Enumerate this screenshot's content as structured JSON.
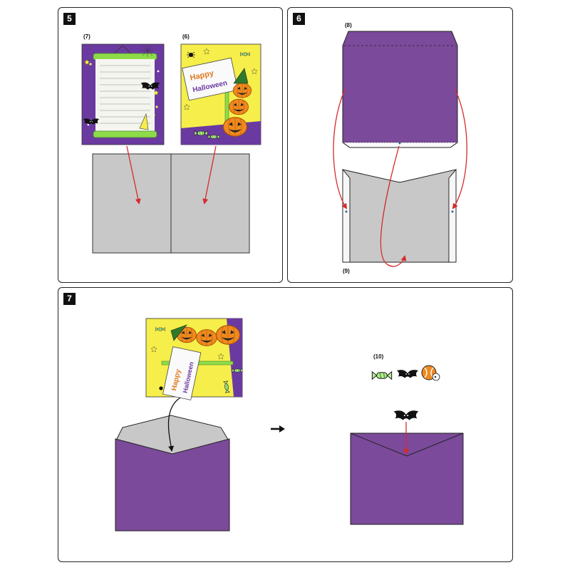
{
  "steps": {
    "step5": {
      "number": "5",
      "label_stationery": "(7)",
      "label_card": "(6)"
    },
    "step6": {
      "number": "6",
      "label_envelope_top": "(8)",
      "label_envelope_bottom": "(9)"
    },
    "step7": {
      "number": "7",
      "label_stickers": "(10)"
    }
  },
  "card_text": {
    "line1": "Happy",
    "line2": "Halloween"
  },
  "colors": {
    "envelope_purple": "#7b4a9a",
    "liner_gray": "#c8c8c8",
    "arrow_red": "#d52b2b",
    "halloween_yellow": "#f6ee4a",
    "pumpkin_orange": "#f08a1e",
    "slime_green": "#8edb4a"
  },
  "icons": [
    "bat-icon",
    "spider-icon",
    "candy-icon",
    "pumpkin-icon",
    "witch-hat-icon",
    "star-icon"
  ]
}
